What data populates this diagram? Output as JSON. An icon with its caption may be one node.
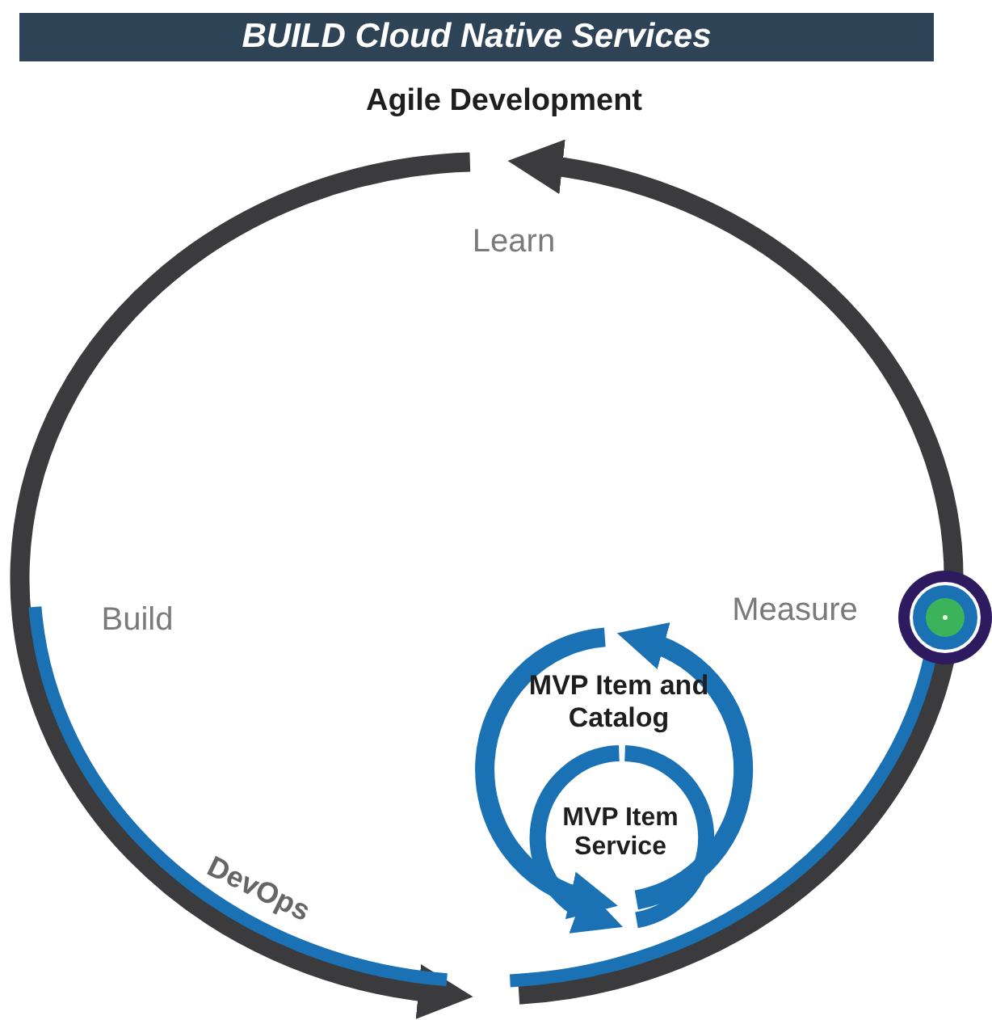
{
  "diagram": {
    "title": "BUILD Cloud Native Services",
    "labels": [
      "Agile Development",
      "Learn",
      "Build",
      "Measure",
      "MVP Item and Catalog",
      "MVP Item Service",
      "DevOps"
    ]
  }
}
